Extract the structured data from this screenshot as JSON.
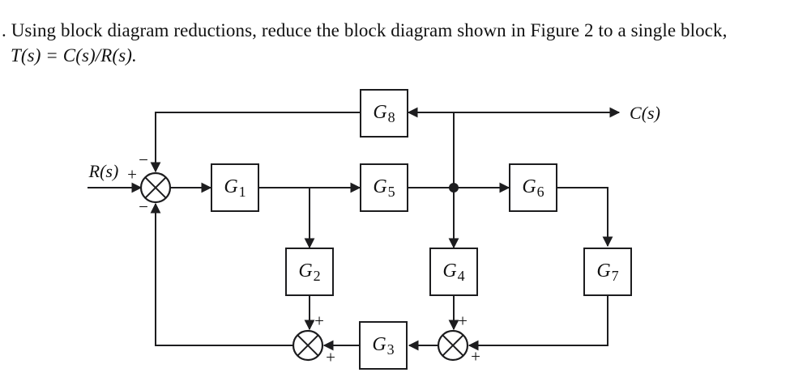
{
  "problem": {
    "line1": ". Using block diagram reductions, reduce the block diagram shown in Figure 2 to a single block,",
    "line2": "T(s) = C(s)/R(s)."
  },
  "diagram": {
    "input_label": "R(s)",
    "output_label": "C(s)",
    "blocks": {
      "g1": {
        "base": "G",
        "sub": "1"
      },
      "g2": {
        "base": "G",
        "sub": "2"
      },
      "g3": {
        "base": "G",
        "sub": "3"
      },
      "g4": {
        "base": "G",
        "sub": "4"
      },
      "g5": {
        "base": "G",
        "sub": "5"
      },
      "g6": {
        "base": "G",
        "sub": "6"
      },
      "g7": {
        "base": "G",
        "sub": "7"
      },
      "g8": {
        "base": "G",
        "sub": "8"
      }
    },
    "summing_junctions": {
      "s1": {
        "input_sign": "+",
        "top_sign": "−",
        "bottom_sign": "−"
      },
      "s2": {
        "top_sign": "+",
        "right_sign": "+"
      },
      "s3": {
        "top_sign": "+",
        "right_sign": "+"
      }
    },
    "colors": {
      "line": "#1d1d1f",
      "text": "#111111",
      "background": "#ffffff"
    }
  }
}
